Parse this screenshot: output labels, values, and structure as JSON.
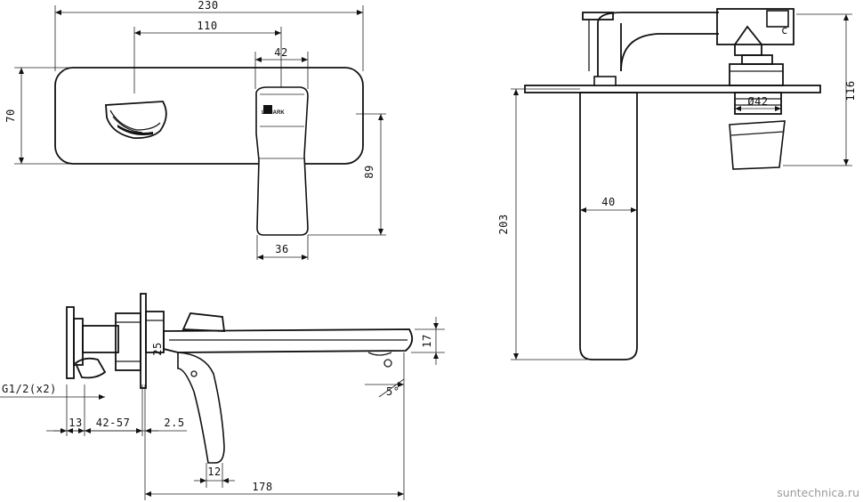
{
  "drawing": {
    "front_view": {
      "dim_total_width": "230",
      "dim_centers": "110",
      "dim_handle_width": "42",
      "dim_plate_height": "70",
      "dim_handle_depth": "89",
      "dim_handle_bottom": "36",
      "brand_label": "LEMARK"
    },
    "side_view": {
      "dim_thread": "G1/2(x2)",
      "dim_13": "13",
      "dim_range": "42-57",
      "dim_plate_gap": "2.5",
      "dim_25": "25",
      "dim_spout_thickness": "17",
      "dim_angle": "5°",
      "dim_lever": "12",
      "dim_reach": "178"
    },
    "top_view": {
      "dim_body_depth": "203",
      "dim_spout_width": "40",
      "dim_diameter": "Ø42",
      "dim_height": "116"
    }
  },
  "watermark": "suntechnica.ru"
}
